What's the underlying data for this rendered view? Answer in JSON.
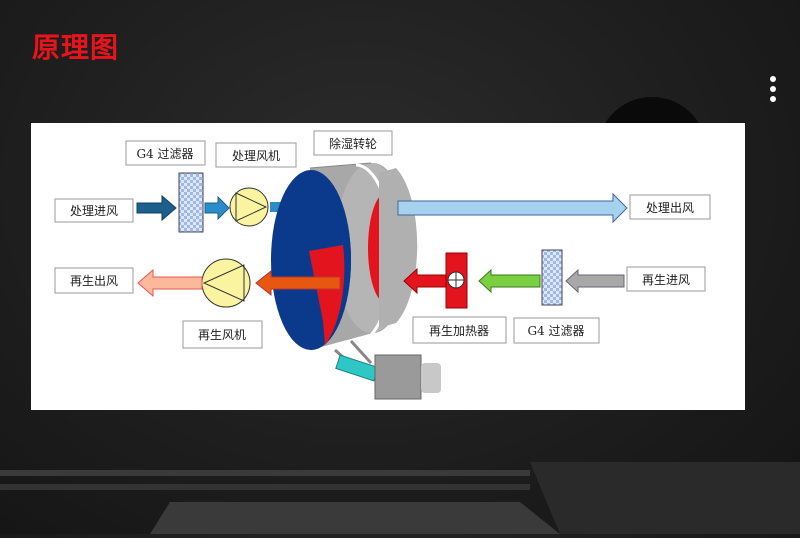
{
  "page_title": "原理图",
  "diagram": {
    "labels": {
      "process_inlet": "处理进风",
      "g4_filter_top": "G4 过滤器",
      "process_fan": "处理风机",
      "desiccant_wheel": "除湿转轮",
      "process_outlet": "处理出风",
      "regen_outlet": "再生出风",
      "regen_fan": "再生风机",
      "regen_heater": "再生加热器",
      "g4_filter_bottom": "G4 过滤器",
      "regen_inlet": "再生进风"
    }
  },
  "icons": {
    "menu": "more-vertical-icon"
  },
  "colors": {
    "title": "#e8141b",
    "wheel_blue": "#0b3a8c",
    "wheel_red": "#e3141e"
  }
}
